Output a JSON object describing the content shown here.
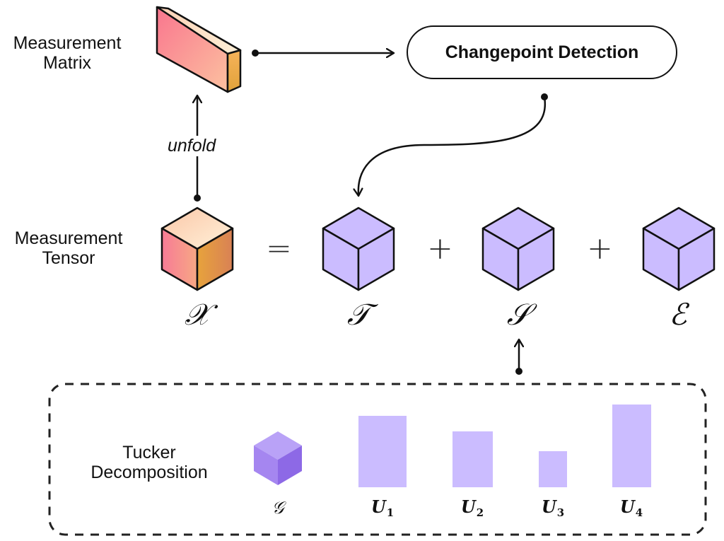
{
  "labels": {
    "measurement_matrix_line1": "Measurement",
    "measurement_matrix_line2": "Matrix",
    "measurement_tensor_line1": "Measurement",
    "measurement_tensor_line2": "Tensor",
    "changepoint": "Changepoint Detection",
    "unfold": "unfold",
    "tucker_line1": "Tucker",
    "tucker_line2": "Decomposition"
  },
  "equation": {
    "equals": "=",
    "plus": "+",
    "X": "𝒳",
    "T": "𝒯",
    "S": "𝒮",
    "E": "ℰ"
  },
  "tucker": {
    "core": "𝒢",
    "factors": [
      {
        "base": "U",
        "sub": "1"
      },
      {
        "base": "U",
        "sub": "2"
      },
      {
        "base": "U",
        "sub": "3"
      },
      {
        "base": "U",
        "sub": "4"
      }
    ]
  },
  "colors": {
    "stroke": "#111111",
    "purple_cube": "#cbbcff",
    "factor_bar": "#cbbcff",
    "core_cube_top": "#b9a2f7",
    "core_cube_left": "#a586f0",
    "core_cube_right": "#8d69e6",
    "gradient_pink": "#f9768e",
    "gradient_peach": "#fcd9b8",
    "gradient_gold": "#e0a83e"
  }
}
